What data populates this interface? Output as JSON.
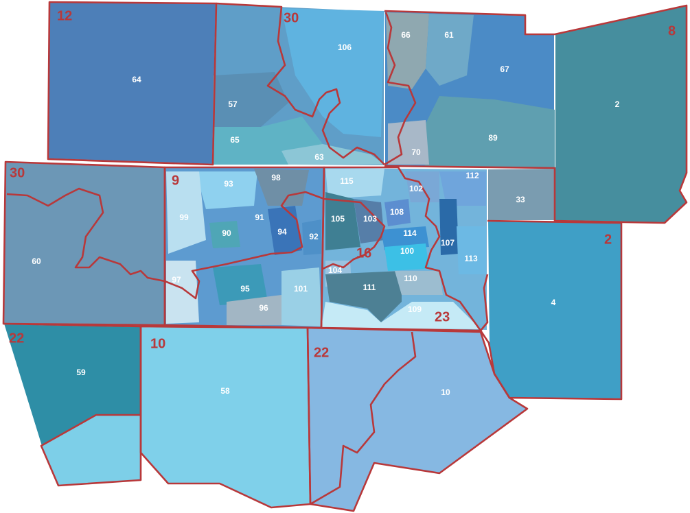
{
  "colors": {
    "district_line": "#b8383a",
    "county_border": "#ffffff"
  },
  "house_labels": [
    "64",
    "106",
    "57",
    "65",
    "63",
    "66",
    "61",
    "67",
    "70",
    "89",
    "2",
    "93",
    "98",
    "99",
    "91",
    "90",
    "94",
    "92",
    "97",
    "95",
    "96",
    "101",
    "115",
    "102",
    "112",
    "105",
    "103",
    "108",
    "114",
    "107",
    "100",
    "113",
    "104",
    "111",
    "110",
    "109",
    "33",
    "60",
    "4",
    "59",
    "58",
    "10"
  ],
  "senate_labels": [
    "12",
    "30",
    "8",
    "30",
    "9",
    "16",
    "23",
    "2",
    "22",
    "10",
    "22"
  ]
}
